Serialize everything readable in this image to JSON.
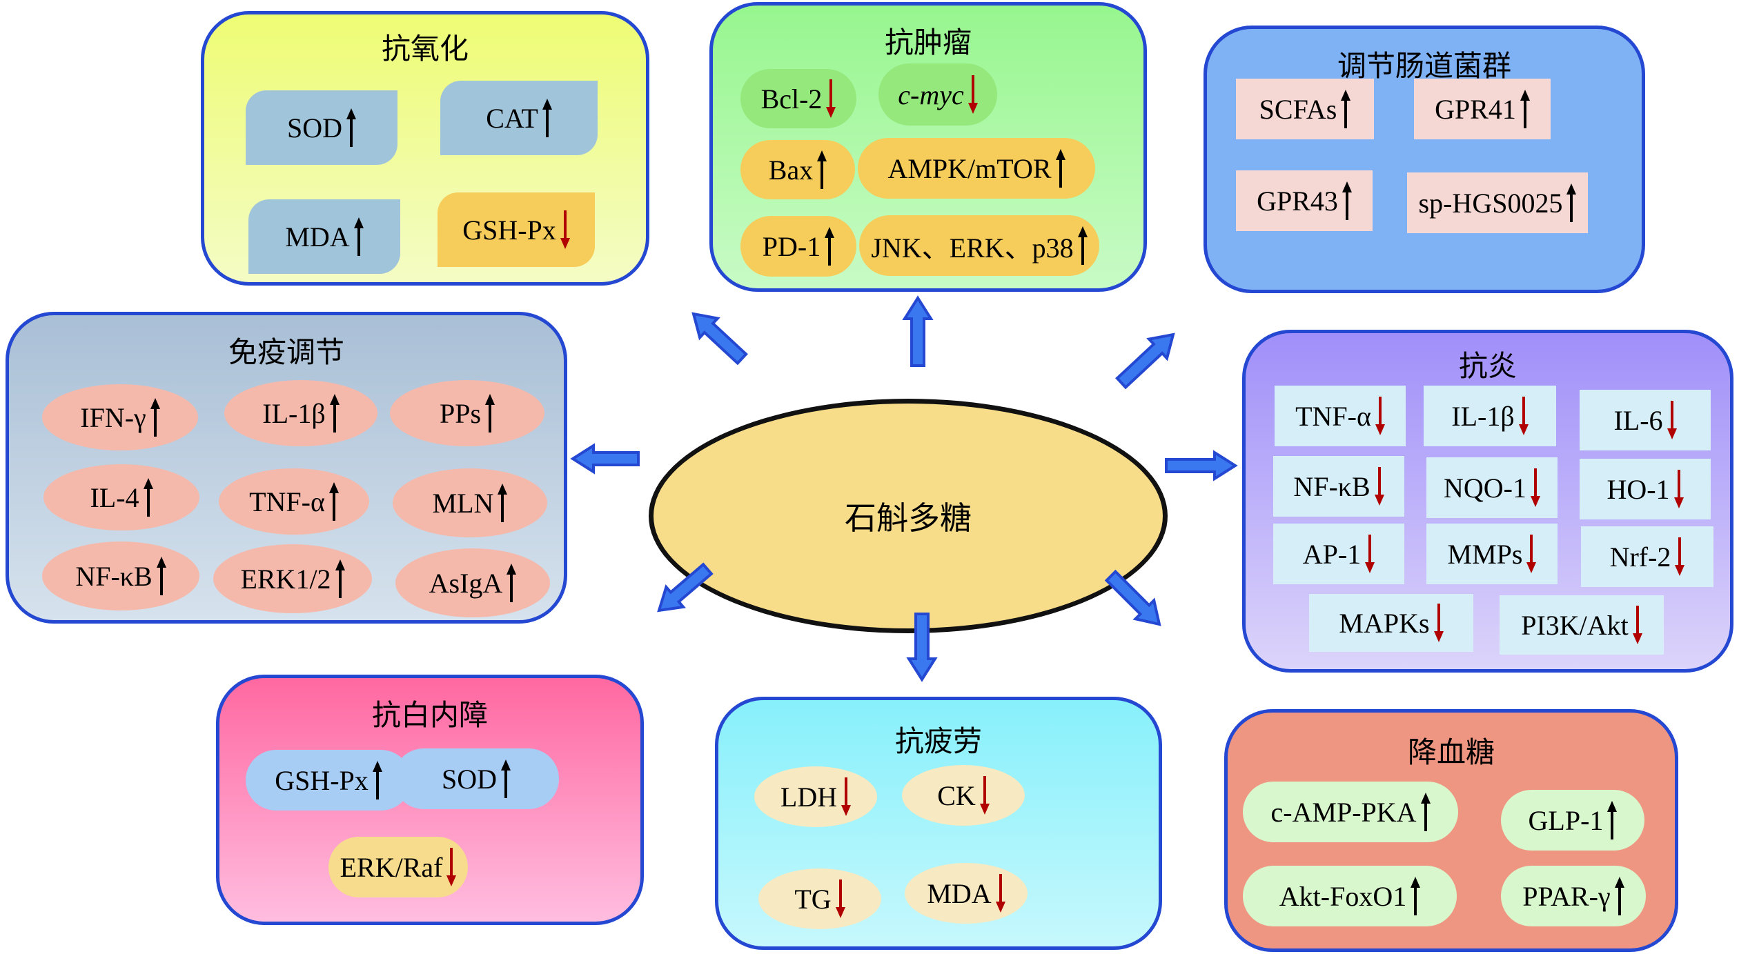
{
  "center": {
    "label": "石斛多糖",
    "fill": "#f7dc8a"
  },
  "colors": {
    "up_arrow": "#000000",
    "down_arrow": "#b00000",
    "connector_arrow": "#3a78f0",
    "panel_border": "#2448d2"
  },
  "panels": {
    "antioxidant": {
      "title": "抗氧化",
      "items": [
        {
          "label": "SOD",
          "direction": "up"
        },
        {
          "label": "CAT",
          "direction": "up"
        },
        {
          "label": "MDA",
          "direction": "up"
        },
        {
          "label": "GSH-Px",
          "direction": "down"
        }
      ]
    },
    "antitumor": {
      "title": "抗肿瘤",
      "items": [
        {
          "label": "Bcl-2",
          "direction": "down"
        },
        {
          "label": "c-myc",
          "direction": "down",
          "italic": true
        },
        {
          "label": "Bax",
          "direction": "up"
        },
        {
          "label": "AMPK/mTOR",
          "direction": "up"
        },
        {
          "label": "PD-1",
          "direction": "up"
        },
        {
          "label": "JNK、ERK、p38",
          "direction": "up"
        }
      ]
    },
    "gut_flora": {
      "title": "调节肠道菌群",
      "items": [
        {
          "label": "SCFAs",
          "direction": "up"
        },
        {
          "label": "GPR41",
          "direction": "up"
        },
        {
          "label": "GPR43",
          "direction": "up"
        },
        {
          "label": "sp-HGS0025",
          "direction": "up"
        }
      ]
    },
    "immune": {
      "title": "免疫调节",
      "items": [
        {
          "label": "IFN-γ",
          "direction": "up"
        },
        {
          "label": "IL-1β",
          "direction": "up"
        },
        {
          "label": "PPs",
          "direction": "up"
        },
        {
          "label": "IL-4",
          "direction": "up"
        },
        {
          "label": "TNF-α",
          "direction": "up"
        },
        {
          "label": "MLN",
          "direction": "up"
        },
        {
          "label": "NF-κB",
          "direction": "up"
        },
        {
          "label": "ERK1/2",
          "direction": "up"
        },
        {
          "label": "AsIgA",
          "direction": "up"
        }
      ]
    },
    "anti_inflammatory": {
      "title": "抗炎",
      "items": [
        {
          "label": "TNF-α",
          "direction": "down"
        },
        {
          "label": "IL-1β",
          "direction": "down"
        },
        {
          "label": "IL-6",
          "direction": "down"
        },
        {
          "label": "NF-κB",
          "direction": "down"
        },
        {
          "label": "NQO-1",
          "direction": "down"
        },
        {
          "label": "HO-1",
          "direction": "down"
        },
        {
          "label": "AP-1",
          "direction": "down"
        },
        {
          "label": "MMPs",
          "direction": "down"
        },
        {
          "label": "Nrf-2",
          "direction": "down"
        },
        {
          "label": "MAPKs",
          "direction": "down"
        },
        {
          "label": "PI3K/Akt",
          "direction": "down"
        }
      ]
    },
    "anti_cataract": {
      "title": "抗白内障",
      "items": [
        {
          "label": "GSH-Px",
          "direction": "up"
        },
        {
          "label": "SOD",
          "direction": "up"
        },
        {
          "label": "ERK/Raf",
          "direction": "down"
        }
      ]
    },
    "anti_fatigue": {
      "title": "抗疲劳",
      "items": [
        {
          "label": "LDH",
          "direction": "down"
        },
        {
          "label": "CK",
          "direction": "down"
        },
        {
          "label": "TG",
          "direction": "down"
        },
        {
          "label": "MDA",
          "direction": "down"
        }
      ]
    },
    "hypoglycemic": {
      "title": "降血糖",
      "items": [
        {
          "label": "c-AMP-PKA",
          "direction": "up"
        },
        {
          "label": "GLP-1",
          "direction": "up"
        },
        {
          "label": "Akt-FoxO1",
          "direction": "up"
        },
        {
          "label": "PPAR-γ",
          "direction": "up"
        }
      ]
    }
  }
}
